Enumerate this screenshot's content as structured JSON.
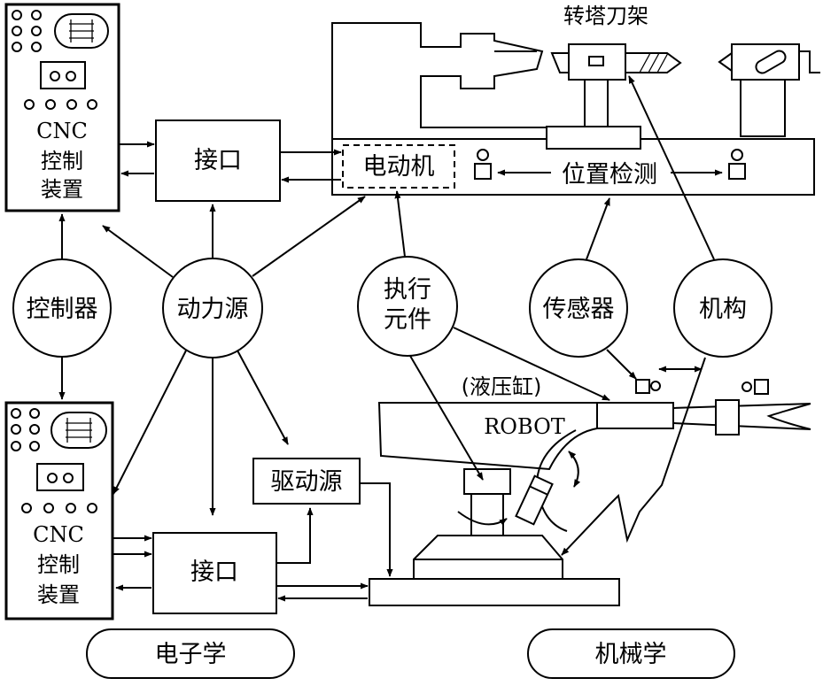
{
  "top_cnc": {
    "lines": [
      "CNC",
      "控制",
      "装置"
    ]
  },
  "bottom_cnc": {
    "lines": [
      "CNC",
      "控制",
      "装置"
    ]
  },
  "interface_top": "接口",
  "interface_bottom": "接口",
  "motor": "电动机",
  "position_detect": "位置检测",
  "turret_title": "转塔刀架",
  "circles": {
    "controller": "控制器",
    "power": "动力源",
    "actuator": [
      "执行",
      "元件"
    ],
    "sensor": "传感器",
    "mechanism": "机构"
  },
  "hydraulic": "(液压缸)",
  "robot": "ROBOT",
  "drive_source": "驱动源",
  "electronics": "电子学",
  "mechanics": "机械学"
}
